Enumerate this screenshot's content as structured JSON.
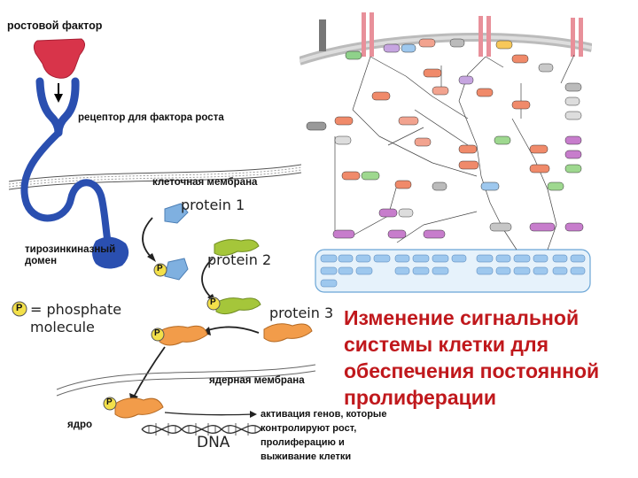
{
  "left_diagram": {
    "growth_factor": "ростовой фактор",
    "receptor": "рецептор для фактора роста",
    "cell_membrane": "клеточная мембрана",
    "tyrosine_kinase": [
      "тирозинкиназный",
      "домен"
    ],
    "protein1": "protein 1",
    "protein2": "protein 2",
    "protein3": "protein 3",
    "legend_p": "P",
    "legend_eq": "= phosphate",
    "legend_mol": "molecule",
    "nuclear_membrane": "ядерная мембрана",
    "nucleus": "ядро",
    "dna": "DNA",
    "gene_activation": [
      "активация генов, которые",
      "контролируют  рост,",
      "пролиферацию и",
      "выживание клетки"
    ]
  },
  "caption": [
    "Изменение сигнальной",
    "системы клетки для",
    "обеспечения постоянной",
    "пролиферации"
  ],
  "colors": {
    "growth_factor": "#d8344a",
    "receptor": "#2a4fb0",
    "protein1": "#7fb0e0",
    "protein2": "#a5c63a",
    "protein3": "#f29c4a",
    "phosphate": "#f3e04a",
    "caption": "#c0181c"
  }
}
